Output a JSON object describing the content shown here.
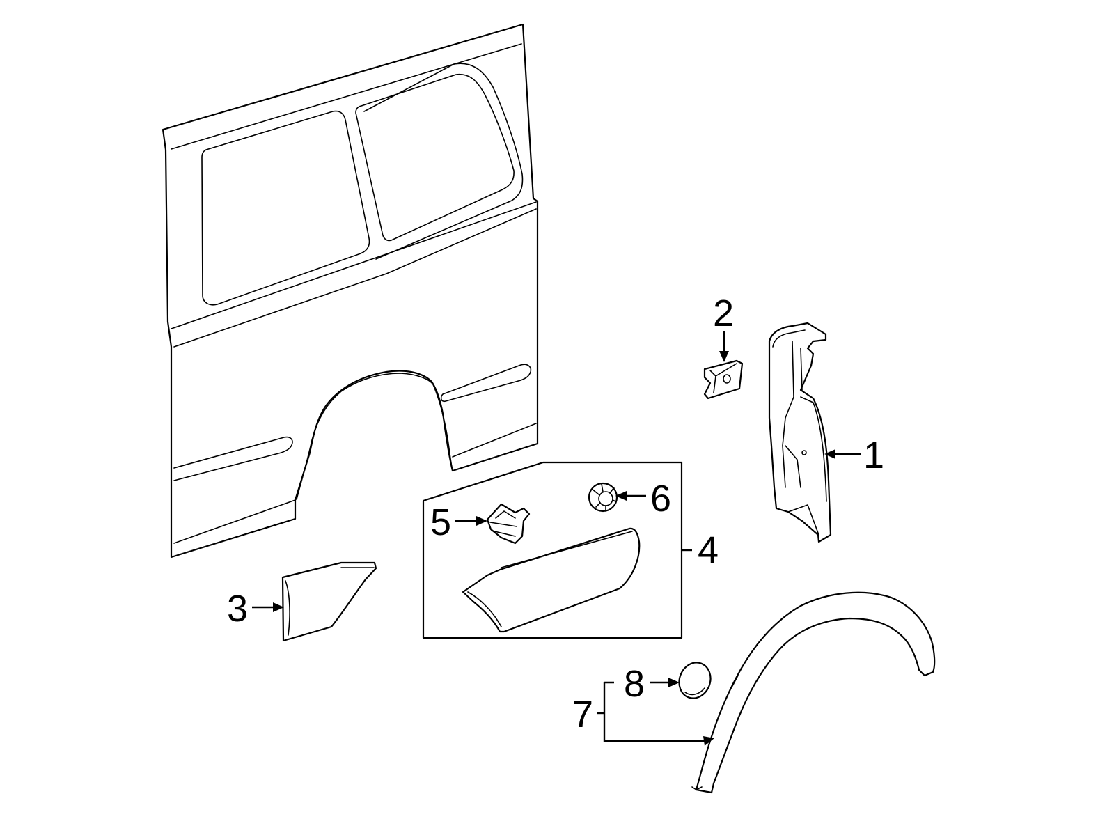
{
  "diagram": {
    "ink_color": "#000000",
    "background_color": "#ffffff",
    "callouts": [
      {
        "id": "1",
        "label": "1"
      },
      {
        "id": "2",
        "label": "2"
      },
      {
        "id": "3",
        "label": "3"
      },
      {
        "id": "4",
        "label": "4"
      },
      {
        "id": "5",
        "label": "5"
      },
      {
        "id": "6",
        "label": "6"
      },
      {
        "id": "7",
        "label": "7"
      },
      {
        "id": "8",
        "label": "8"
      }
    ]
  }
}
